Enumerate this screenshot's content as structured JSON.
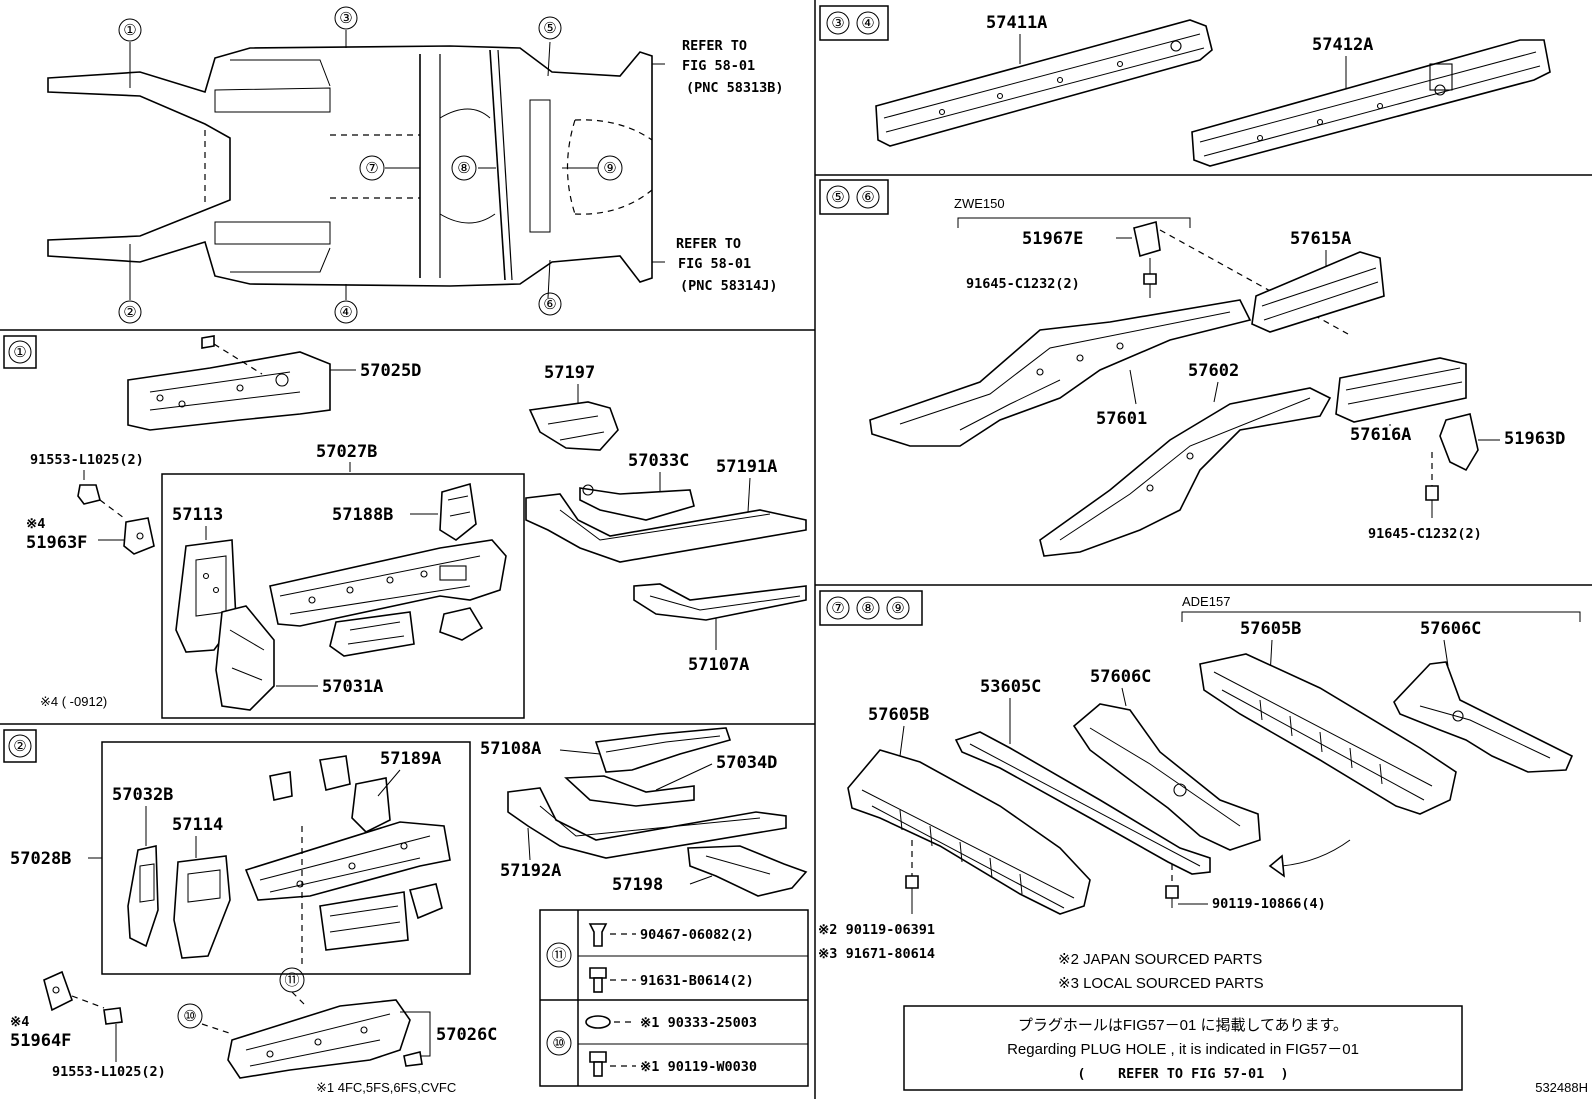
{
  "overview": {
    "refer_top": [
      "REFER TO",
      "FIG 58-01",
      "(PNC 58313B)"
    ],
    "refer_bottom": [
      "REFER TO",
      "FIG 58-01",
      "(PNC 58314J)"
    ],
    "callouts": [
      "①",
      "②",
      "③",
      "④",
      "⑤",
      "⑥",
      "⑦",
      "⑧",
      "⑨"
    ]
  },
  "sec1": {
    "tag": "①",
    "parts": {
      "p57025D": "57025D",
      "p57027B": "57027B",
      "p57113": "57113",
      "p57188B": "57188B",
      "p57031A": "57031A",
      "p57197": "57197",
      "p57033C": "57033C",
      "p57191A": "57191A",
      "p57107A": "57107A",
      "p91553": "91553-L1025(2)",
      "p51963F": "51963F"
    },
    "mark4": "※4",
    "note4": "※4 (    -0912)"
  },
  "sec2": {
    "tag": "②",
    "parts": {
      "p57032B": "57032B",
      "p57114": "57114",
      "p57189A": "57189A",
      "p57028B": "57028B",
      "p57108A": "57108A",
      "p57034D": "57034D",
      "p57192A": "57192A",
      "p57198": "57198",
      "p57026C": "57026C",
      "p51964F": "51964F",
      "p91553": "91553-L1025(2)"
    },
    "mark4": "※4",
    "callout11": "⑪",
    "callout10": "⑩",
    "note1": "※1 4FC,5FS,6FS,CVFC",
    "table": {
      "r11": "⑪",
      "r10": "⑩",
      "b1": "90467-06082(2)",
      "b2": "91631-B0614(2)",
      "b3": "※1 90333-25003",
      "b4": "※1 90119-W0030"
    }
  },
  "sec34": {
    "tag": "③④",
    "parts": {
      "p57411A": "57411A",
      "p57412A": "57412A"
    }
  },
  "sec56": {
    "tag": "⑤⑥",
    "zwe": "ZWE150",
    "parts": {
      "p51967E": "51967E",
      "p91645a": "91645-C1232(2)",
      "p57615A": "57615A",
      "p57602": "57602",
      "p57601": "57601",
      "p57616A": "57616A",
      "p51963D": "51963D",
      "p91645b": "91645-C1232(2)"
    }
  },
  "sec789": {
    "tag": "⑦⑧⑨",
    "ade": "ADE157",
    "parts": {
      "p57605Ba": "57605B",
      "p57606Ca": "57606C",
      "p57605Bb": "57605B",
      "p53605C": "53605C",
      "p57606Cb": "57606C",
      "p90119a": "90119-10866(4)"
    },
    "m2": "※2 90119-06391",
    "m3": "※3 91671-80614",
    "japan": "※2 JAPAN SOURCED PARTS",
    "local": "※3 LOCAL SOURCED PARTS",
    "box_jp": "プラグホールはFIG57－01 に掲載してあります。",
    "box_en": "Regarding PLUG HOLE , it is indicated in FIG57－01",
    "box_ref": "(    REFER TO FIG 57-01  )"
  },
  "figure_id": "532488H"
}
